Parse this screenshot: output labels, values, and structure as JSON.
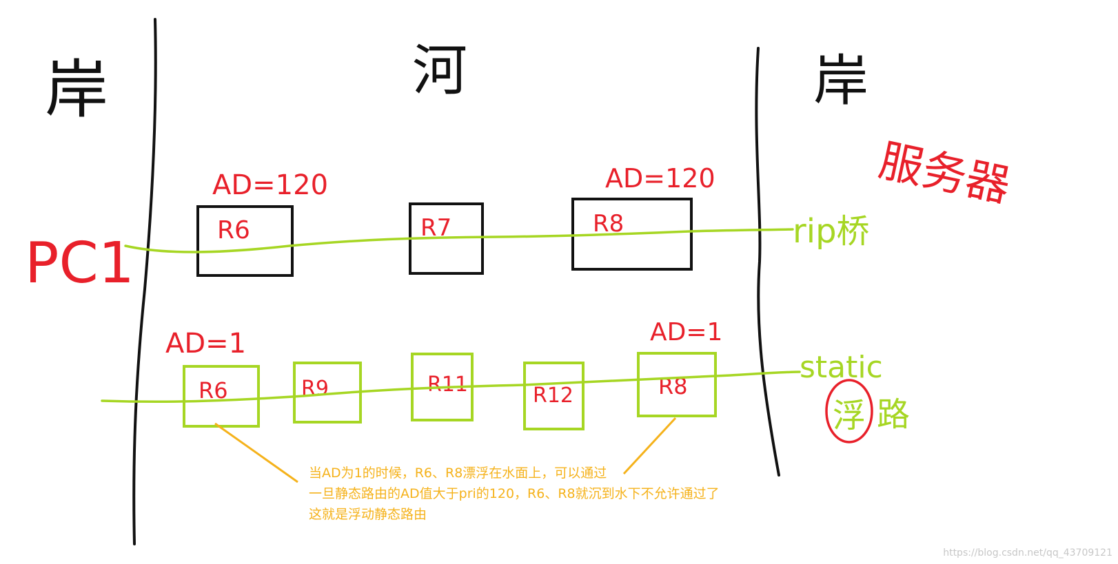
{
  "banks": {
    "left": "岸",
    "right": "岸",
    "river": "河"
  },
  "pc": "PC1",
  "server": "服务器",
  "top_row": {
    "route_label": "rip桥",
    "routers": [
      {
        "name": "R6",
        "ad": "AD=120"
      },
      {
        "name": "R7",
        "ad": ""
      },
      {
        "name": "R8",
        "ad": "AD=120"
      }
    ]
  },
  "bottom_row": {
    "route_label": "static",
    "float_label": "浮",
    "road_label": "路",
    "routers": [
      {
        "name": "R6",
        "ad": "AD=1"
      },
      {
        "name": "R9",
        "ad": ""
      },
      {
        "name": "R11",
        "ad": ""
      },
      {
        "name": "R12",
        "ad": ""
      },
      {
        "name": "R8",
        "ad": "AD=1"
      }
    ]
  },
  "caption": [
    "当AD为1的时候，R6、R8漂浮在水面上，可以通过",
    "一旦静态路由的AD值大于pri的120，R6、R8就沉到水下不允许通过了",
    "这就是浮动静态路由"
  ],
  "watermark": "https://blog.csdn.net/qq_43709121",
  "colors": {
    "black": "#111111",
    "red": "#e8202a",
    "green": "#a6d623",
    "orange": "#f5b21b"
  }
}
